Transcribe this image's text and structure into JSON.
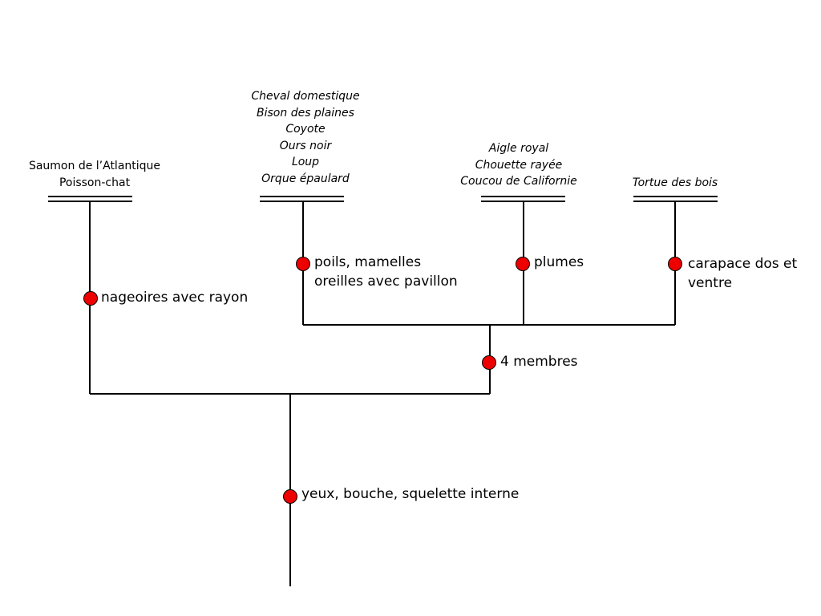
{
  "taxa": {
    "fish": {
      "species": [
        "Saumon de l’Atlantique",
        "Poisson-chat"
      ]
    },
    "mammals": {
      "species": [
        "Cheval domestique",
        "Bison des plaines",
        "Coyote",
        "Ours noir",
        "Loup",
        "Orque épaulard"
      ]
    },
    "birds": {
      "species": [
        "Aigle royal",
        "Chouette rayée",
        "Coucou de Californie"
      ]
    },
    "turtle": {
      "species": [
        "Tortue des bois"
      ]
    }
  },
  "characters": {
    "vertebrate": {
      "lines": [
        "yeux, bouche, squelette interne"
      ]
    },
    "fish_fins": {
      "lines": [
        "nageoires avec rayon"
      ]
    },
    "tetrapod": {
      "lines": [
        "4 membres"
      ]
    },
    "mammal": {
      "lines": [
        "poils, mamelles",
        "oreilles avec pavillon"
      ]
    },
    "bird": {
      "lines": [
        "plumes"
      ]
    },
    "turtle": {
      "lines": [
        "carapace dos et",
        "ventre"
      ]
    }
  },
  "colors": {
    "line": "#000000",
    "marker_fill": "#ee0000",
    "marker_stroke": "#000000"
  }
}
